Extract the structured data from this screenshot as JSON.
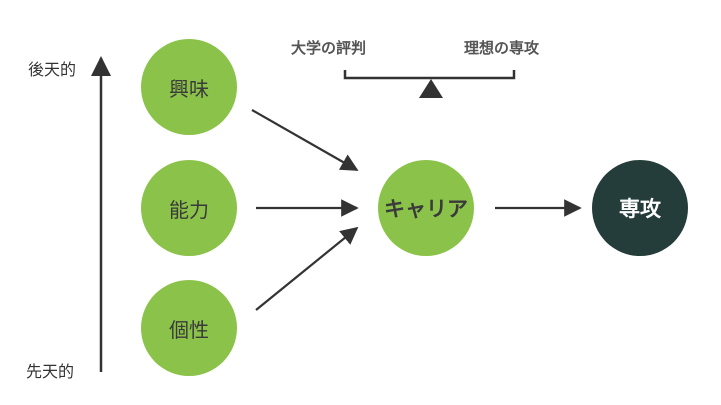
{
  "axis": {
    "top_label": "後天的",
    "bottom_label": "先天的"
  },
  "factors": [
    {
      "label": "興味"
    },
    {
      "label": "能力"
    },
    {
      "label": "個性"
    }
  ],
  "career": {
    "label": "キャリア"
  },
  "major": {
    "label": "専攻"
  },
  "balance": {
    "left_label": "大学の評判",
    "right_label": "理想の専攻"
  },
  "colors": {
    "factor_green": "#8bc34a",
    "major_dark": "#243d3a",
    "arrow": "#333333"
  }
}
